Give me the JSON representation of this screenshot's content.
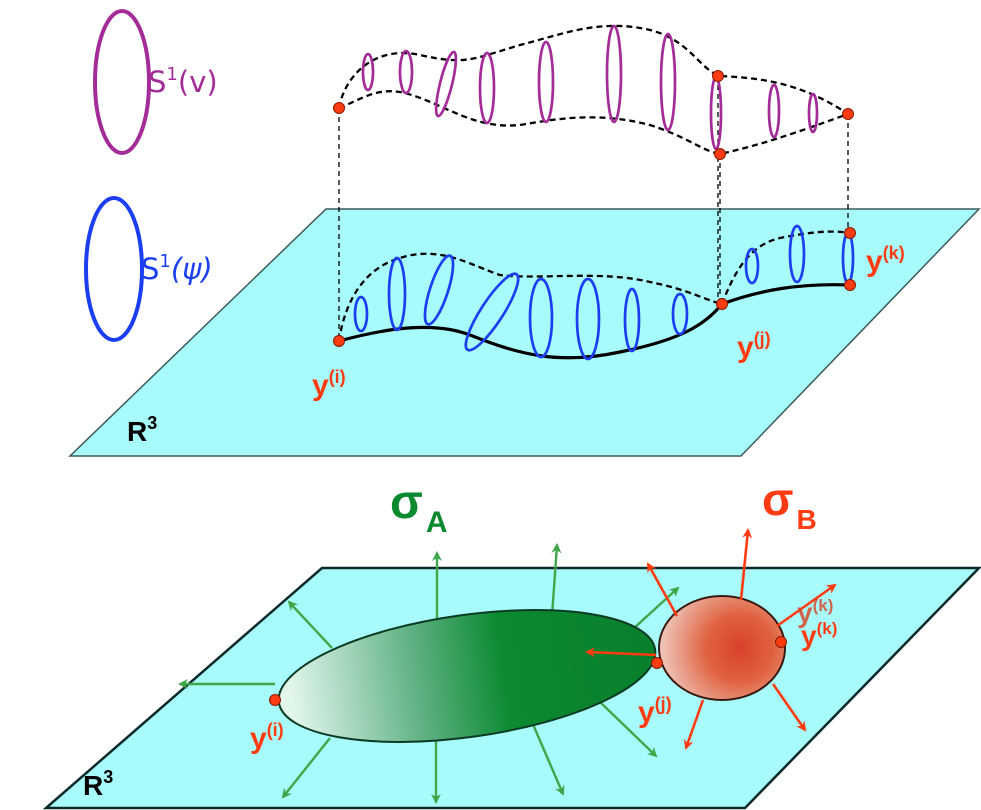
{
  "colors": {
    "purple": "#a42c98",
    "blue": "#1b3ff0",
    "red": "#ff3b12",
    "green": "#0a8a2e",
    "plane_fill": "#a8fbfb",
    "arrow_green": "#3fa64a"
  },
  "legend": {
    "fiber_v": {
      "base": "S",
      "sup": "1",
      "arg": "(v)"
    },
    "fiber_psi": {
      "base": "S",
      "sup": "1",
      "arg": "(ψ)"
    }
  },
  "top_panel": {
    "plane_label": {
      "base": "R",
      "sup": "3"
    },
    "points": {
      "yi": {
        "base": "y",
        "sup": "(i)"
      },
      "yj": {
        "base": "y",
        "sup": "(j)"
      },
      "yk": {
        "base": "y",
        "sup": "(k)"
      }
    }
  },
  "bottom_panel": {
    "plane_label": {
      "base": "R",
      "sup": "3"
    },
    "sigma_a": {
      "base": "σ",
      "sub": "A"
    },
    "sigma_b": {
      "base": "σ",
      "sub": "B"
    },
    "points": {
      "yi": {
        "base": "y",
        "sup": "(i)"
      },
      "yj": {
        "base": "y",
        "sup": "(j)"
      },
      "yk_1": {
        "base": "y",
        "sup": "(k)"
      },
      "yk_2": {
        "base": "y",
        "sup": "(k)"
      }
    }
  }
}
